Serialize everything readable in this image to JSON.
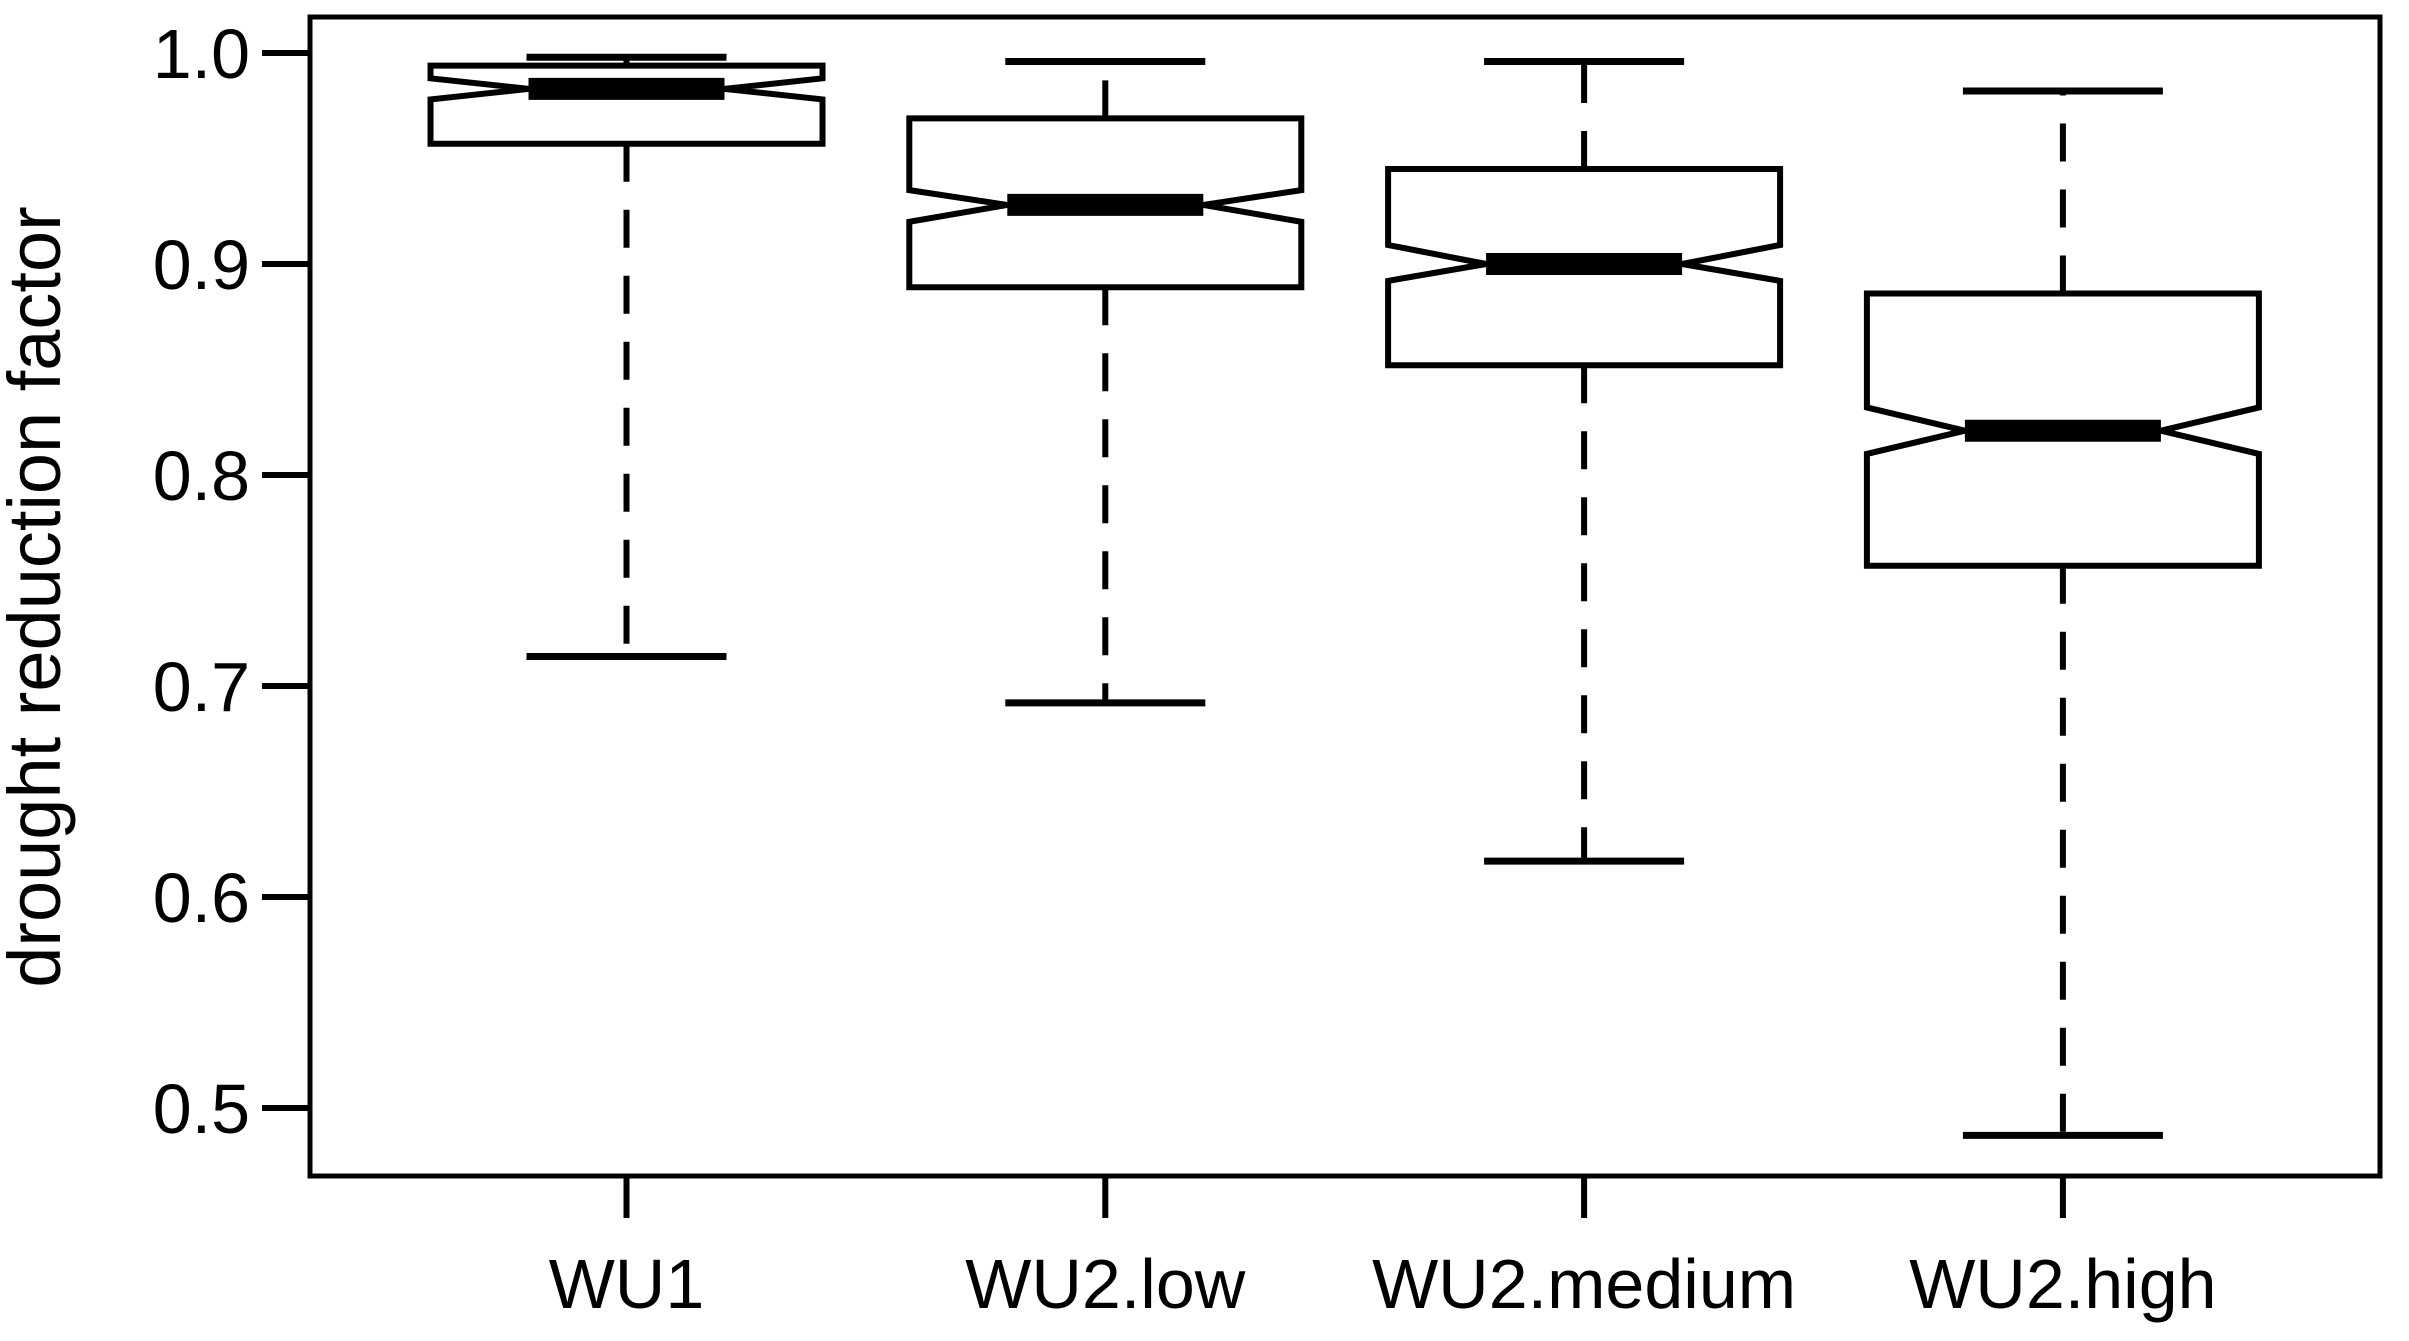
{
  "page": {
    "background_color": "#ffffff",
    "foreground_color": "#000000"
  },
  "chart_data": {
    "type": "boxplot",
    "notched": true,
    "title": "",
    "xlabel": "",
    "ylabel": "drought reduction factor",
    "categories": [
      "WU1",
      "WU2.low",
      "WU2.medium",
      "WU2.high"
    ],
    "y_tick_labels": [
      "1.0",
      "0.9",
      "0.8",
      "0.7",
      "0.6",
      "0.5"
    ],
    "y_tick_values": [
      1.0,
      0.9,
      0.8,
      0.7,
      0.6,
      0.5
    ],
    "ylim": [
      0.467,
      1.017
    ],
    "grid": false,
    "legend_position": "none",
    "whisker_style": "dashed",
    "colors": {
      "stroke": "#000000",
      "box_fill": "#ffffff"
    },
    "series": [
      {
        "name": "WU1",
        "whisker_low": 0.714,
        "q1": 0.957,
        "notch_low": 0.978,
        "median": 0.983,
        "notch_high": 0.988,
        "q3": 0.994,
        "whisker_high": 0.998
      },
      {
        "name": "WU2.low",
        "whisker_low": 0.692,
        "q1": 0.889,
        "notch_low": 0.92,
        "median": 0.928,
        "notch_high": 0.935,
        "q3": 0.969,
        "whisker_high": 0.996
      },
      {
        "name": "WU2.medium",
        "whisker_low": 0.617,
        "q1": 0.852,
        "notch_low": 0.892,
        "median": 0.9,
        "notch_high": 0.909,
        "q3": 0.945,
        "whisker_high": 0.996
      },
      {
        "name": "WU2.high",
        "whisker_low": 0.487,
        "q1": 0.757,
        "notch_low": 0.81,
        "median": 0.821,
        "notch_high": 0.832,
        "q3": 0.886,
        "whisker_high": 0.982
      }
    ]
  }
}
